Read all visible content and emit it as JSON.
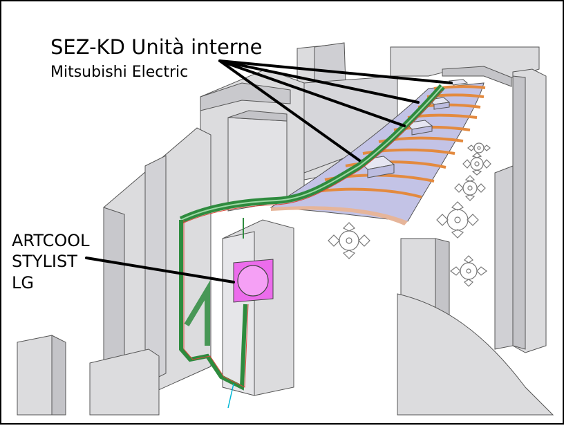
{
  "labels": {
    "indoor_units_title": "SEZ-KD Unità interne",
    "indoor_units_brand": "Mitsubishi Electric",
    "unit2_line1": "ARTCOOL",
    "unit2_line2": "STYLIST",
    "unit2_line3": "LG"
  },
  "colors": {
    "wall_fill": "#dcdcde",
    "wall_dark": "#c4c4c8",
    "pipe_green": "#2e8b3e",
    "pipe_red": "#d9483b",
    "beam_orange": "#f4b27a",
    "ceiling_lavender": "#c3c3e6",
    "artcool_magenta": "#ec6cec",
    "leader_line": "#000000"
  }
}
